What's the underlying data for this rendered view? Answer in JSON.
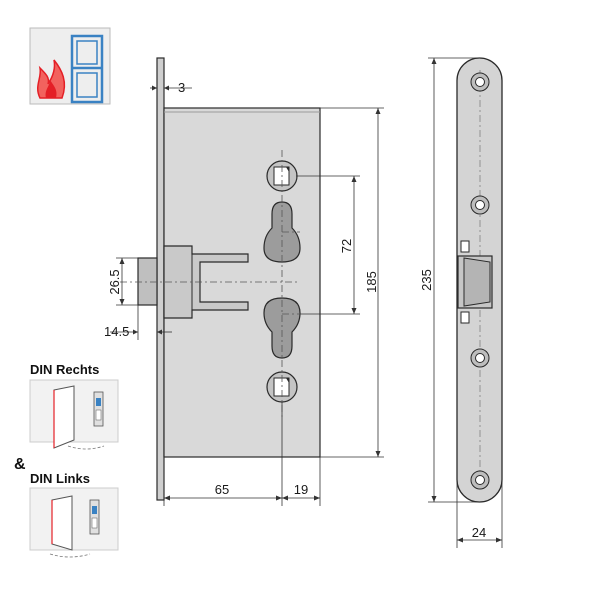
{
  "colors": {
    "lock_body": "#d9d9d9",
    "faceplate": "#cfcfcf",
    "outline": "#2a2a2a",
    "fire_red": "#e41f26",
    "fire_flame": "#f2625e",
    "door_blue": "#3a82c3",
    "dim_line": "#333333"
  },
  "icons": {
    "fire_door": "fire-protection-door-icon",
    "din_right": "din-right-door-icon",
    "din_left": "din-left-door-icon"
  },
  "labels": {
    "din_rechts": "DIN Rechts",
    "ampersand": "&",
    "din_links": "DIN Links"
  },
  "dimensions": {
    "faceplate_thickness": "3",
    "follower_spacing": "72",
    "body_height": "185",
    "bolt_height": "26.5",
    "bolt_projection": "14.5",
    "backset": "65",
    "edge_to_follower": "19",
    "faceplate_length": "235",
    "faceplate_width": "24"
  }
}
